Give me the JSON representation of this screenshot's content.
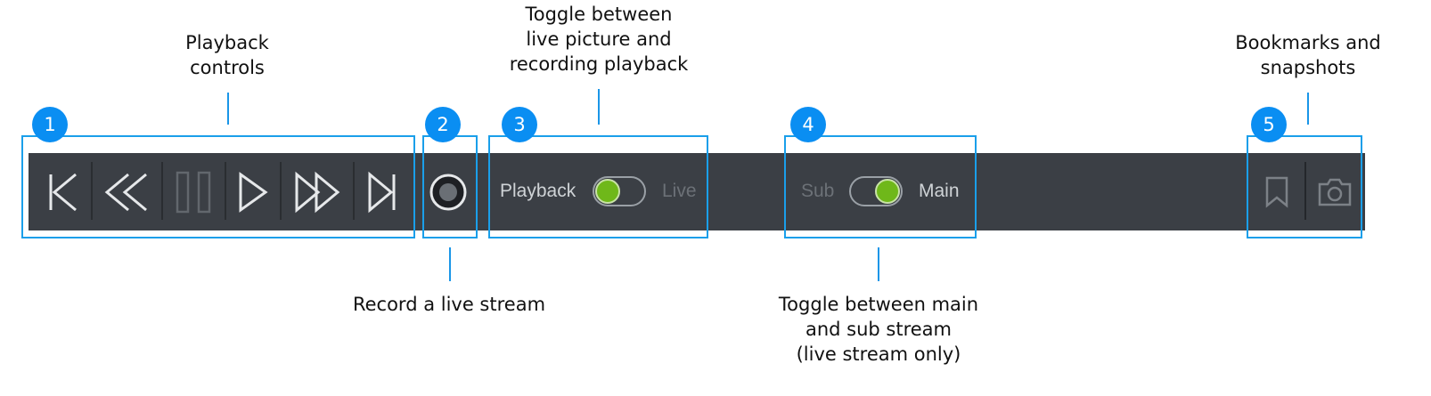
{
  "annotations": [
    {
      "number": "1",
      "lines": [
        "Playback",
        "controls"
      ]
    },
    {
      "number": "2",
      "lines": [
        "Record a live stream"
      ]
    },
    {
      "number": "3",
      "lines": [
        "Toggle between",
        "live picture and",
        "recording playback"
      ]
    },
    {
      "number": "4",
      "lines": [
        "Toggle between main",
        "and sub stream",
        "(live stream only)"
      ]
    },
    {
      "number": "5",
      "lines": [
        "Bookmarks and",
        "snapshots"
      ]
    }
  ],
  "toolbar": {
    "playback_toggle": {
      "left_label": "Playback",
      "right_label": "Live",
      "selected": "left"
    },
    "stream_toggle": {
      "left_label": "Sub",
      "right_label": "Main",
      "selected": "right"
    }
  },
  "icons": {
    "skip_start": "skip-to-start-icon",
    "rewind": "rewind-icon",
    "pause": "pause-icon",
    "play": "play-icon",
    "fast_forward": "fast-forward-icon",
    "skip_end": "skip-to-end-icon",
    "record": "record-icon",
    "bookmark": "bookmark-icon",
    "snapshot": "camera-icon"
  },
  "colors": {
    "toolbar_bg": "#3b3f45",
    "badge": "#0a8ef2",
    "highlight": "#1a9fea",
    "toggle_knob": "#6fb81a",
    "active_label": "#cfd3d6",
    "inactive_label": "#6c7177"
  }
}
